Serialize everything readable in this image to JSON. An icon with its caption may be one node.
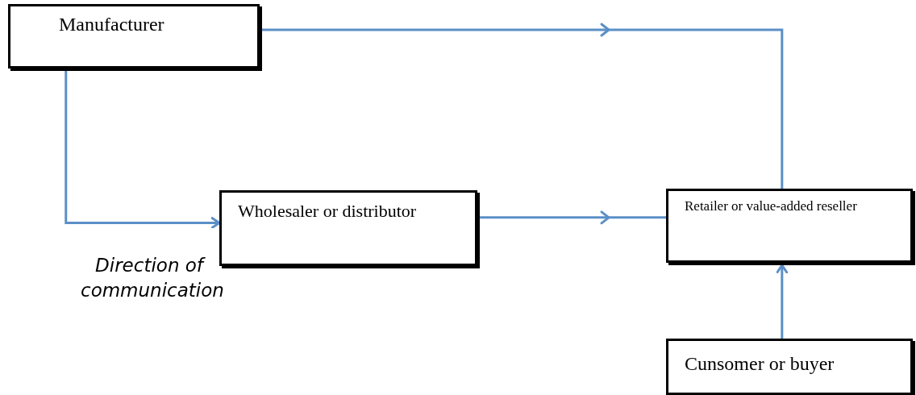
{
  "diagram": {
    "nodes": [
      {
        "text": [
          "Manufacturer"
        ]
      },
      {
        "text": [
          "Wholesaler or distributor"
        ]
      },
      {
        "text": [
          "Retailer or value-added reseller"
        ]
      },
      {
        "text": [
          "Cunsomer or buyer"
        ]
      }
    ],
    "edges": [
      {
        "from": 0,
        "to": 2,
        "arrow": "to"
      },
      {
        "from": 0,
        "to": 1,
        "arrow": "to"
      },
      {
        "from": 1,
        "to": 2,
        "arrow": "to"
      },
      {
        "from": 3,
        "to": 2,
        "arrow": "to"
      }
    ],
    "labels": [
      "Direction of communication"
    ]
  }
}
